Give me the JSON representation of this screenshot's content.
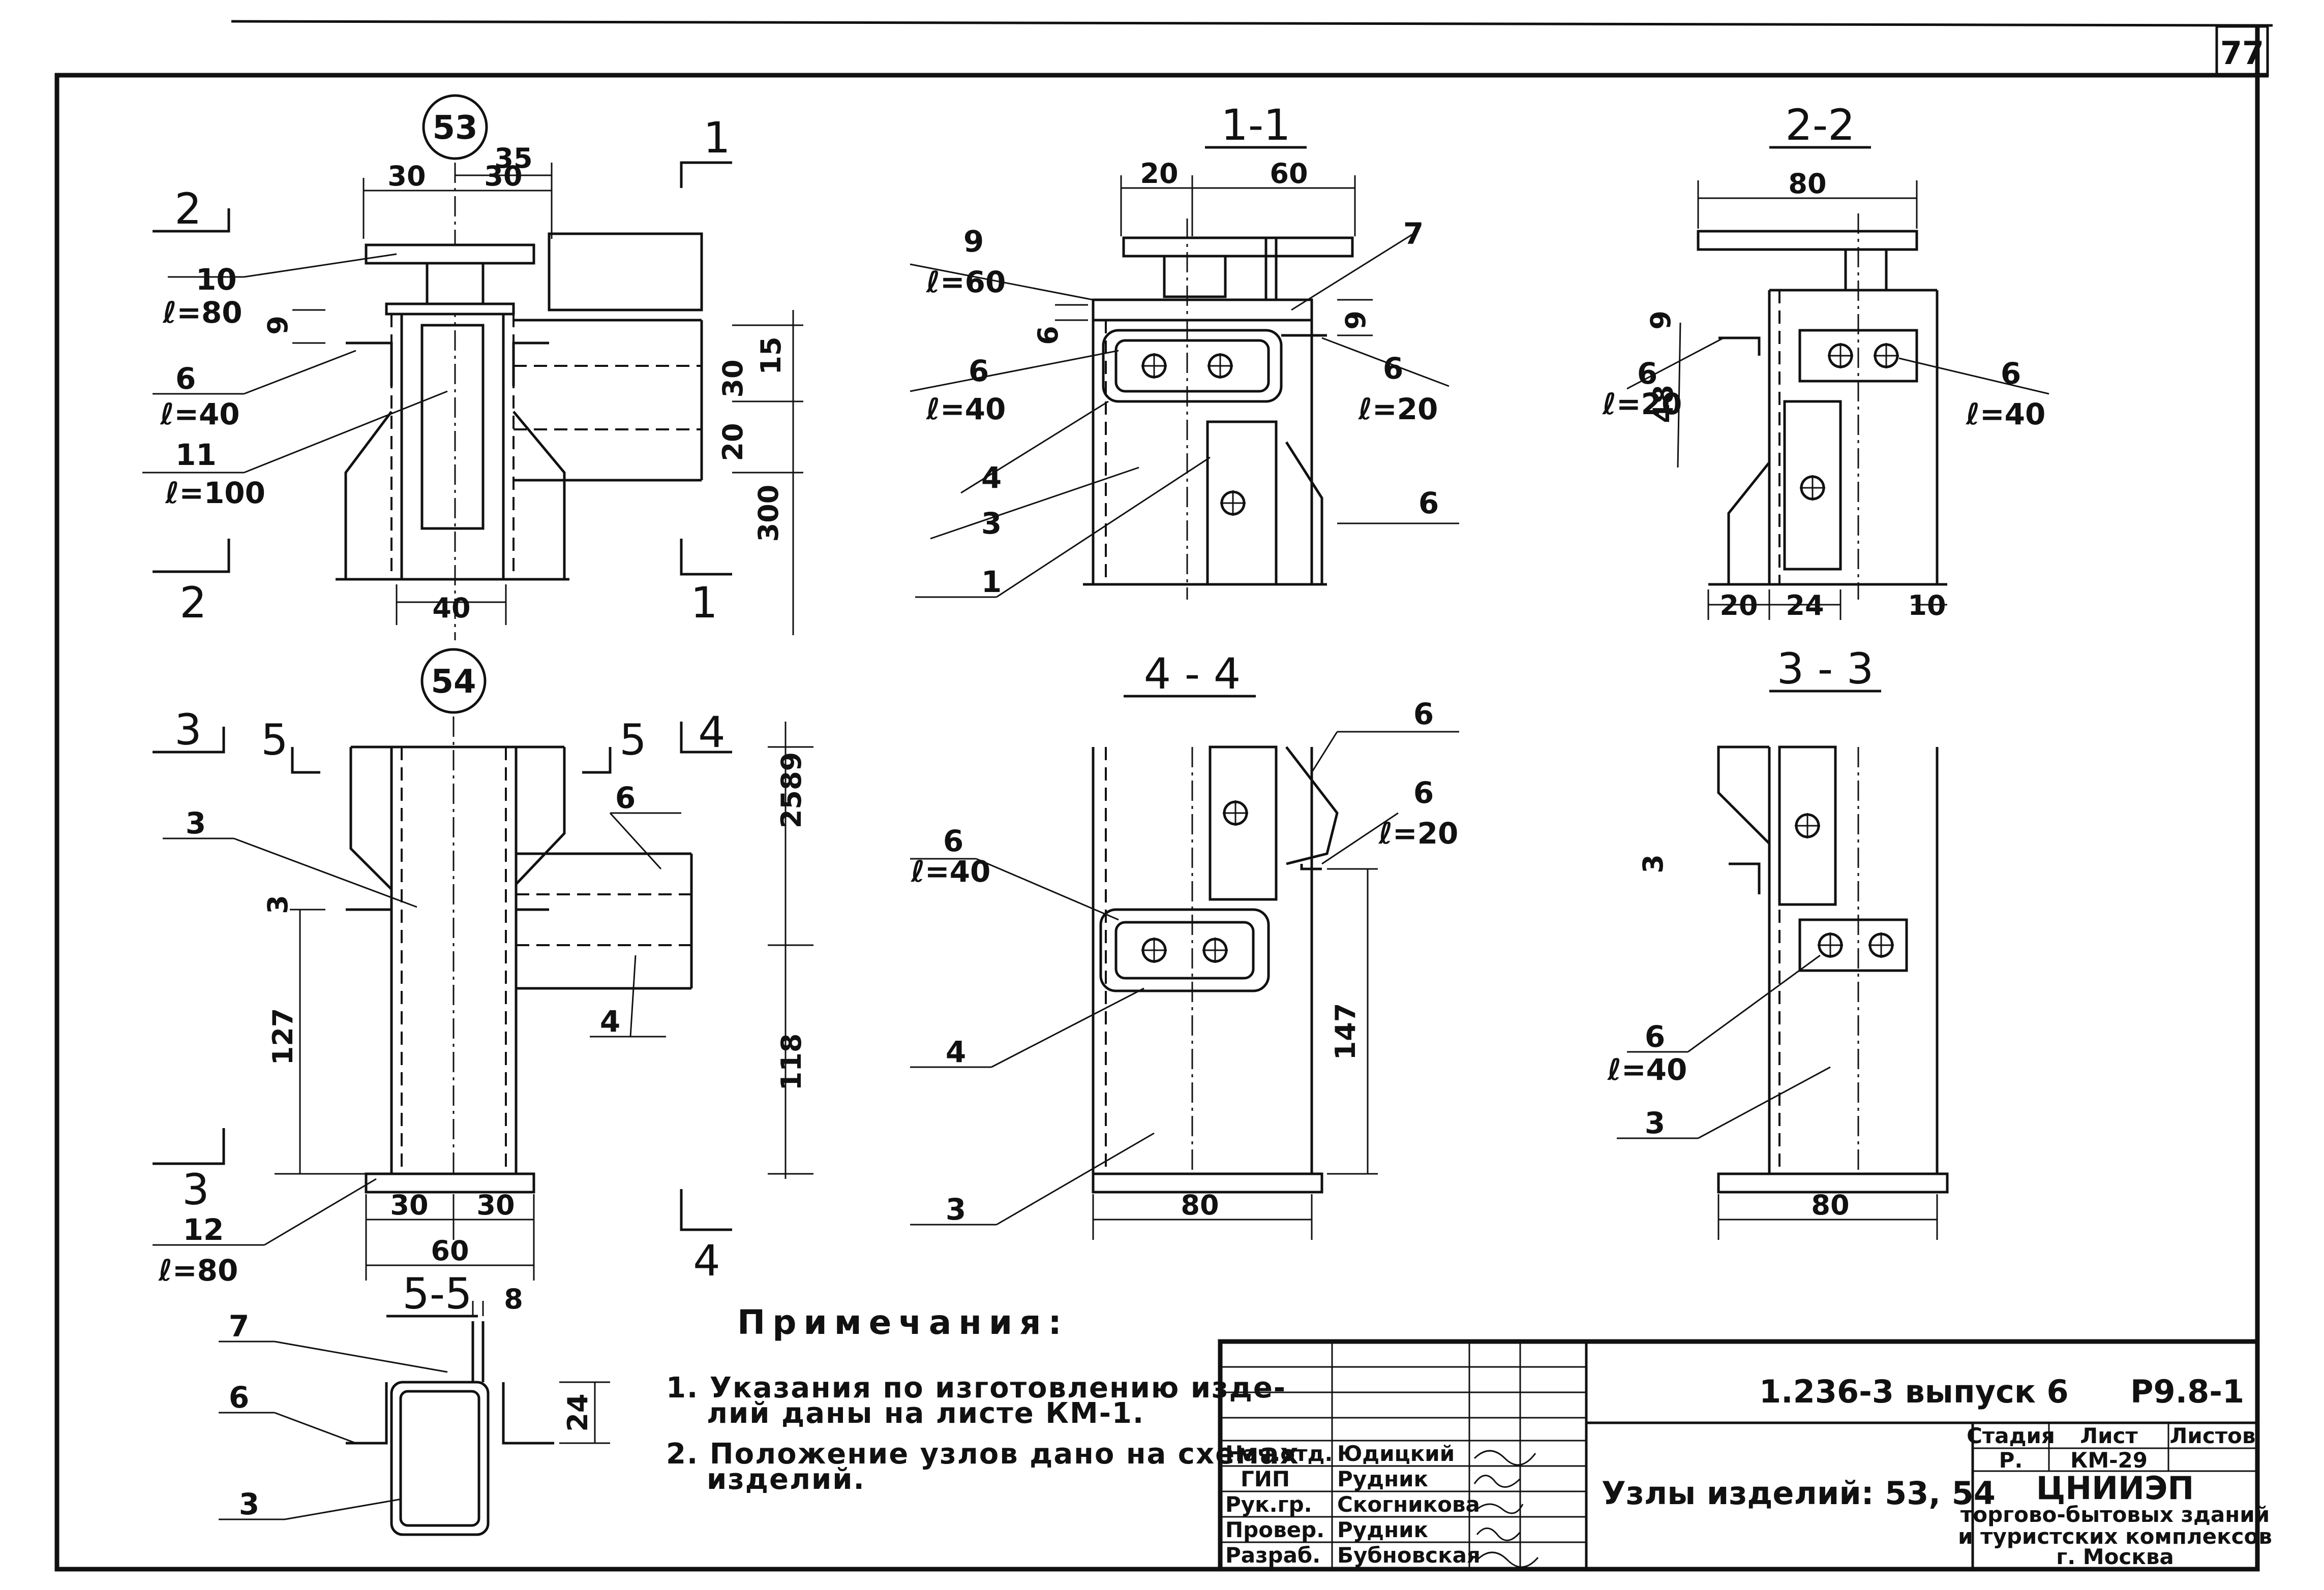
{
  "sheet": {
    "page_number": "77"
  },
  "nodes": {
    "n53": "53",
    "n54": "54"
  },
  "sections": {
    "s11": "1-1",
    "s22": "2-2",
    "s44": "4 - 4",
    "s33": "3 - 3",
    "s55": "5-5"
  },
  "cut_marks": {
    "c1": "1",
    "c2": "2",
    "c3": "3",
    "c4": "4",
    "c5": "5"
  },
  "callouts": {
    "p10": "10",
    "l80": "ℓ=80",
    "p6": "6",
    "l40": "ℓ=40",
    "p11": "11",
    "l100": "ℓ=100",
    "p9": "9",
    "l60": "ℓ=60",
    "p4": "4",
    "p3": "3",
    "p7": "7",
    "l20": "ℓ=20",
    "p12": "12",
    "p1": "1"
  },
  "dims": {
    "d30": "30",
    "d35": "35",
    "d9": "9",
    "d15": "15",
    "d20": "20",
    "d300": "300",
    "d40": "40",
    "d60": "60",
    "d6": "6",
    "d80": "80",
    "d48": "48",
    "d24": "24",
    "d10": "10",
    "d2589": "2589",
    "d127": "127",
    "d118": "118",
    "d147": "147",
    "d3": "3",
    "d8": "8"
  },
  "notes": {
    "heading": "Примечания:",
    "n1_line1": "1. Указания по изготовлению изде-",
    "n1_line2": "лий даны на листе КМ-1.",
    "n2_line1": "2. Положение узлов дано на схемах",
    "n2_line2": "изделий."
  },
  "title_block": {
    "code": "1.236-3   выпуск 6",
    "sheet_code": "Р9.8-1",
    "title": "Узлы изделий: 53, 54",
    "roles": [
      "Нач.отд.",
      "ГИП",
      "Рук.гр.",
      "Провер.",
      "Разраб."
    ],
    "names": [
      "Юдицкий",
      "Рудник",
      "Скогникова",
      "Рудник",
      "Бубновская"
    ],
    "hdr_stage": "Стадия",
    "hdr_sheet": "Лист",
    "hdr_sheets": "Листов",
    "stage": "Р.",
    "sheet": "КМ-29",
    "org": "ЦНИИЭП",
    "org_line1": "торгово-бытовых зданий",
    "org_line2": "и туристских комплексов",
    "city": "г. Москва"
  }
}
